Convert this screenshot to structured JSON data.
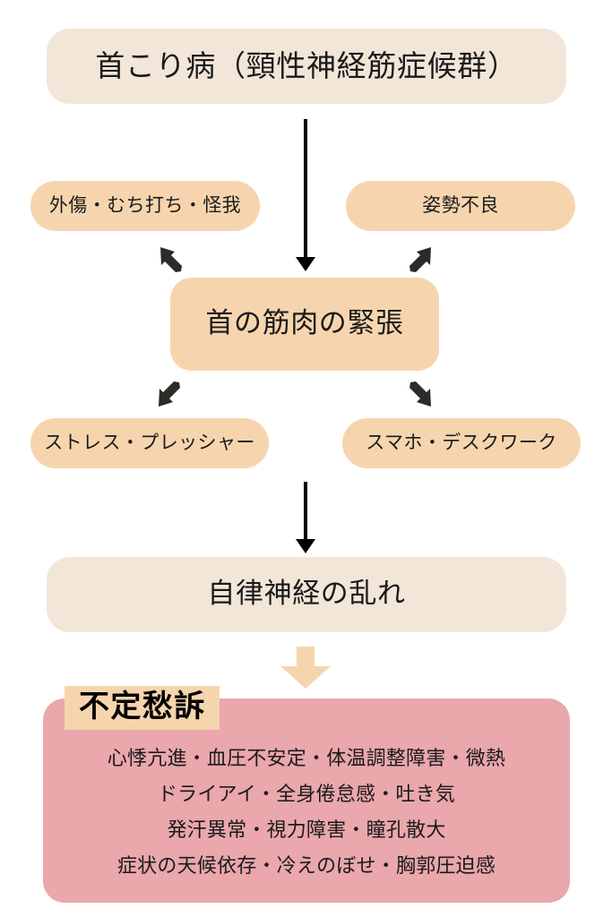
{
  "diagram": {
    "title_box": {
      "label": "首こり病（頸性神経筋症候群）",
      "color": "#f2e6d8"
    },
    "causes_upper": [
      {
        "label": "外傷・むち打ち・怪我",
        "color": "#f6d5ae"
      },
      {
        "label": "姿勢不良",
        "color": "#f6d5ae"
      }
    ],
    "center_box": {
      "label": "首の筋肉の緊張",
      "color": "#f6d5ae"
    },
    "causes_lower": [
      {
        "label": "ストレス・プレッシャー",
        "color": "#f6d5ae"
      },
      {
        "label": "スマホ・デスクワーク",
        "color": "#f6d5ae"
      }
    ],
    "autonomic_box": {
      "label": "自律神経の乱れ",
      "color": "#f2e6d8"
    },
    "symptom_panel": {
      "badge_label": "不定愁訴",
      "badge_color": "#f6d5ae",
      "panel_color": "#eaa7ac",
      "symptoms": [
        "心悸亢進・血圧不安定・体温調整障害・微熱",
        "ドライアイ・全身倦怠感・吐き気",
        "発汗異常・視力障害・瞳孔散大",
        "症状の天候依存・冷えのぼせ・胸郭圧迫感"
      ]
    },
    "arrows": {
      "vertical_color": "#000000",
      "diagonal_color": "#2b2b28",
      "block_arrow_color": "#f6d5ae"
    }
  }
}
